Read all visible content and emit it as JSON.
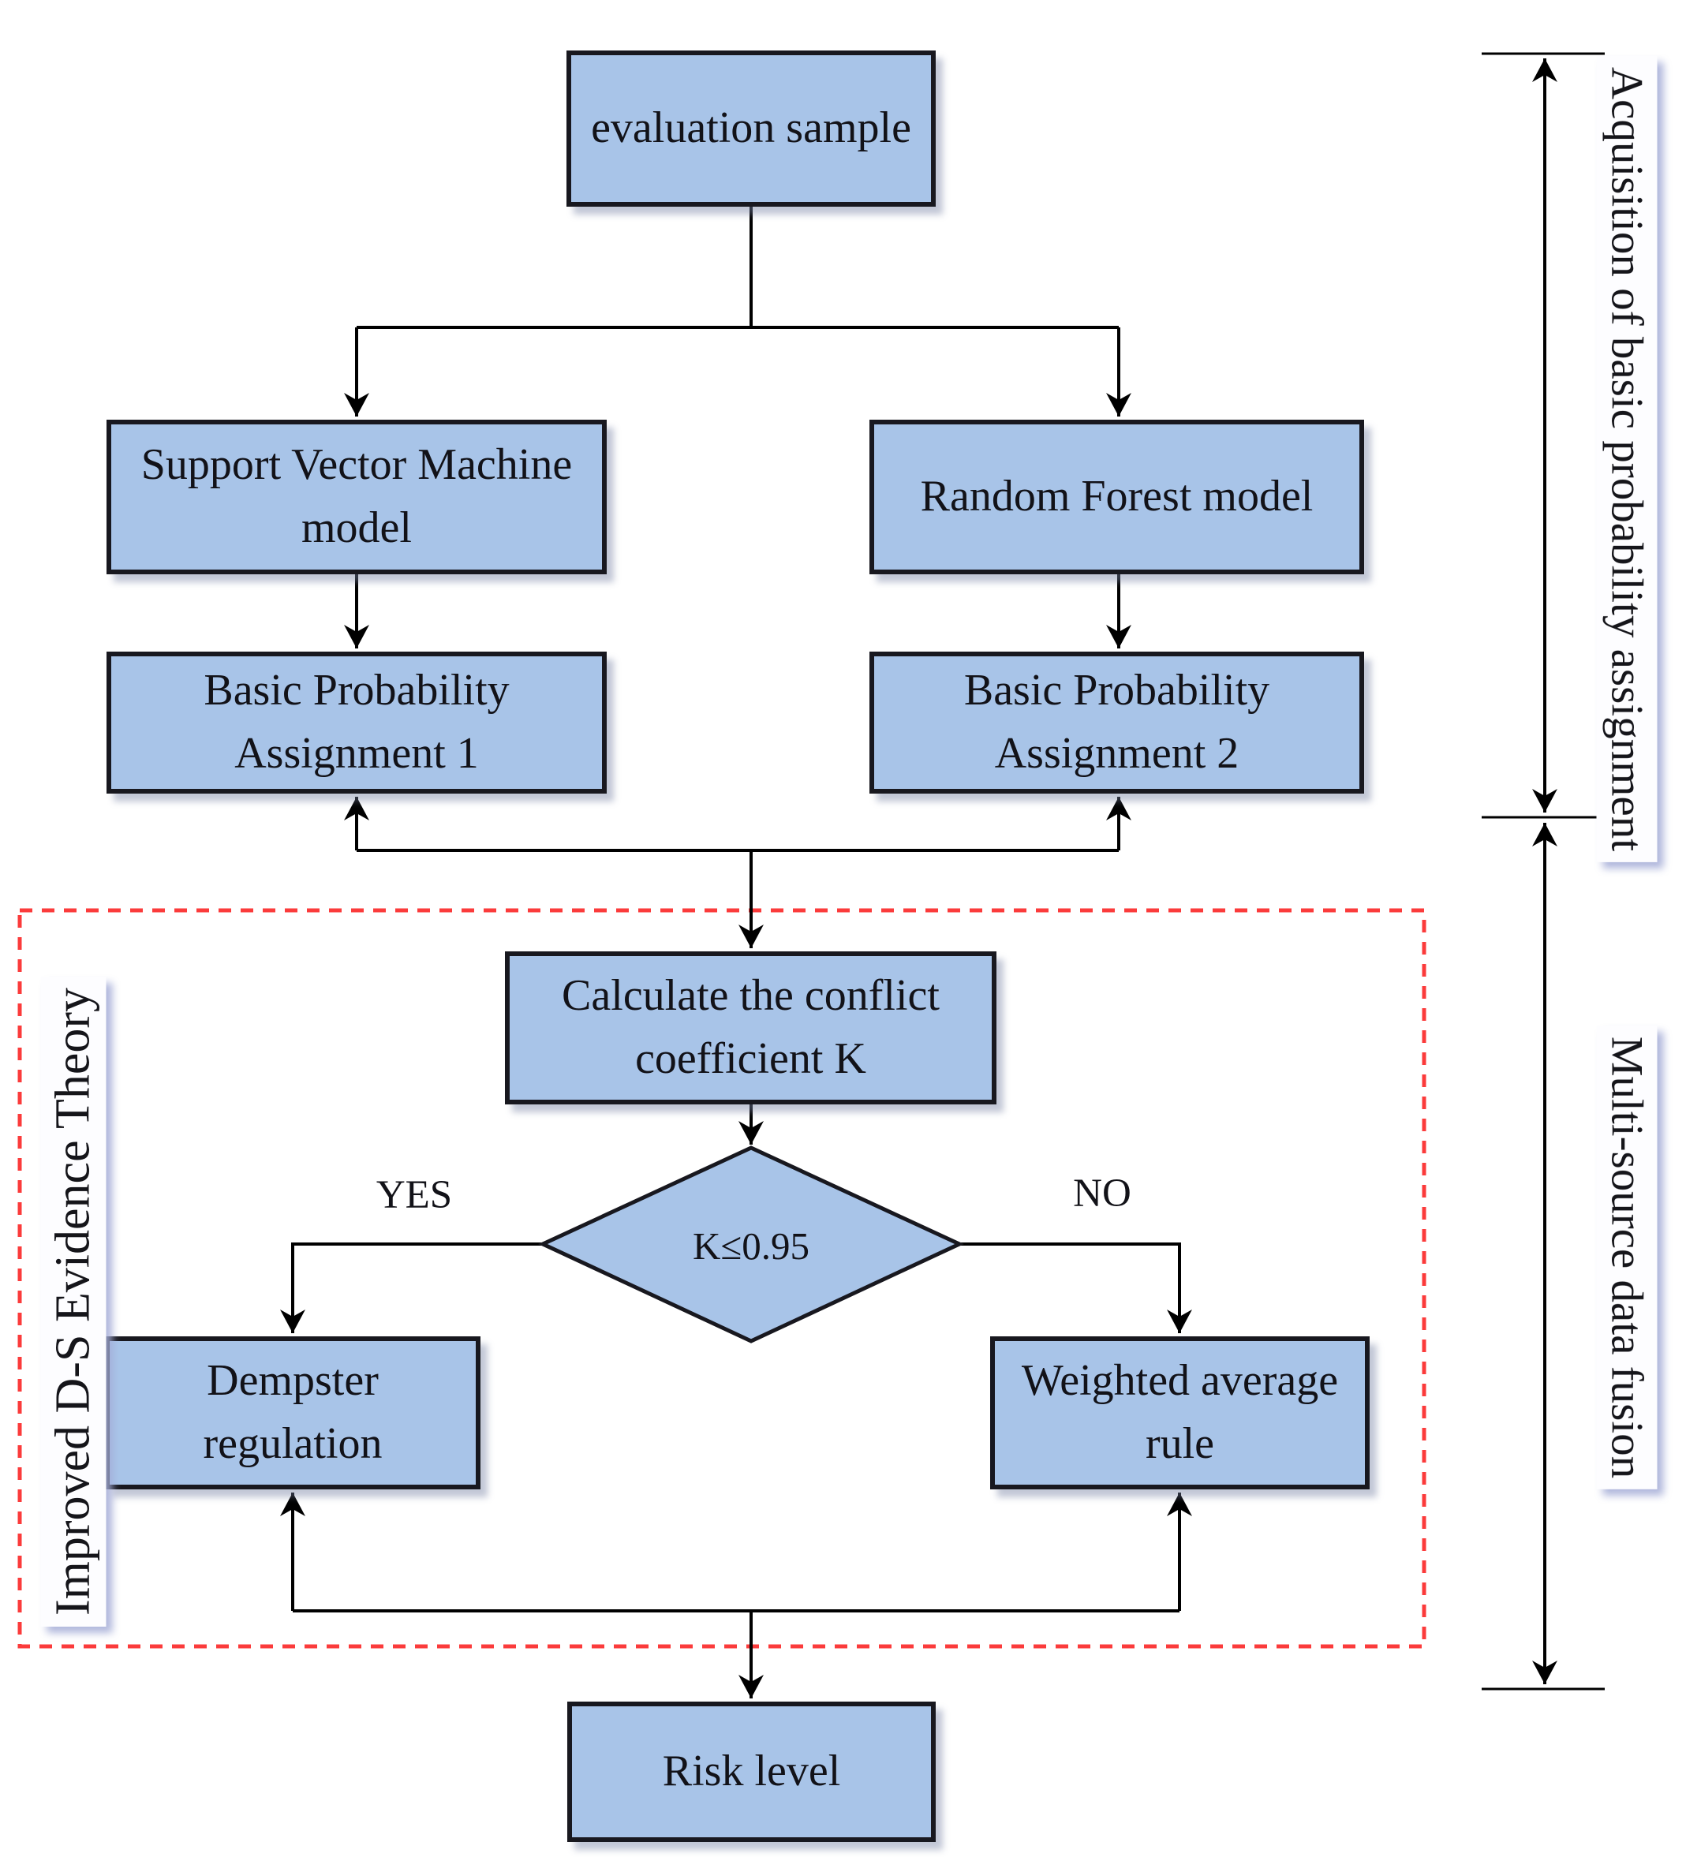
{
  "diagram": {
    "nodes": {
      "evaluation_sample": "evaluation sample",
      "svm": "Support Vector Machine model",
      "random_forest": "Random Forest model",
      "bpa1": "Basic Probability Assignment 1",
      "bpa2": "Basic Probability Assignment 2",
      "conflict_k": "Calculate the conflict coefficient K",
      "decision": "K≤0.95",
      "dempster": "Dempster regulation",
      "weighted_average": "Weighted average rule",
      "risk_level": "Risk level"
    },
    "branch_labels": {
      "yes": "YES",
      "no": "NO"
    },
    "region_labels": {
      "improved_ds": "Improved D-S Evidence Theory",
      "acquisition": "Acquisition of basic probability assignment",
      "fusion": "Multi-source data fusion"
    },
    "colors": {
      "node_fill": "#a8c4e8",
      "node_border": "#18181f",
      "dashed_region": "#fb3b3b",
      "connector": "#000000"
    }
  }
}
